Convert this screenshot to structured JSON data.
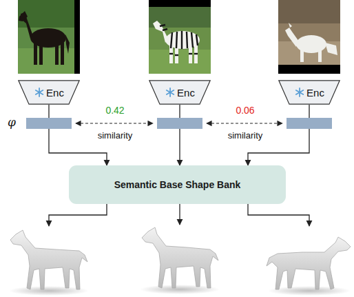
{
  "diagram": {
    "nodes": [
      {
        "text": [
          "Enc"
        ]
      },
      {
        "text": [
          "Enc"
        ]
      },
      {
        "text": [
          "Enc"
        ]
      },
      {
        "text": [
          "Semantic Base Shape Bank"
        ]
      }
    ],
    "edges": [
      {
        "from": 0,
        "to": 3,
        "arrow": "to"
      },
      {
        "from": 1,
        "to": 3,
        "arrow": "to"
      },
      {
        "from": 2,
        "to": 3,
        "arrow": "to"
      }
    ],
    "labels": [
      "φ",
      "0.42",
      "similarity",
      "0.06",
      "similarity"
    ]
  }
}
